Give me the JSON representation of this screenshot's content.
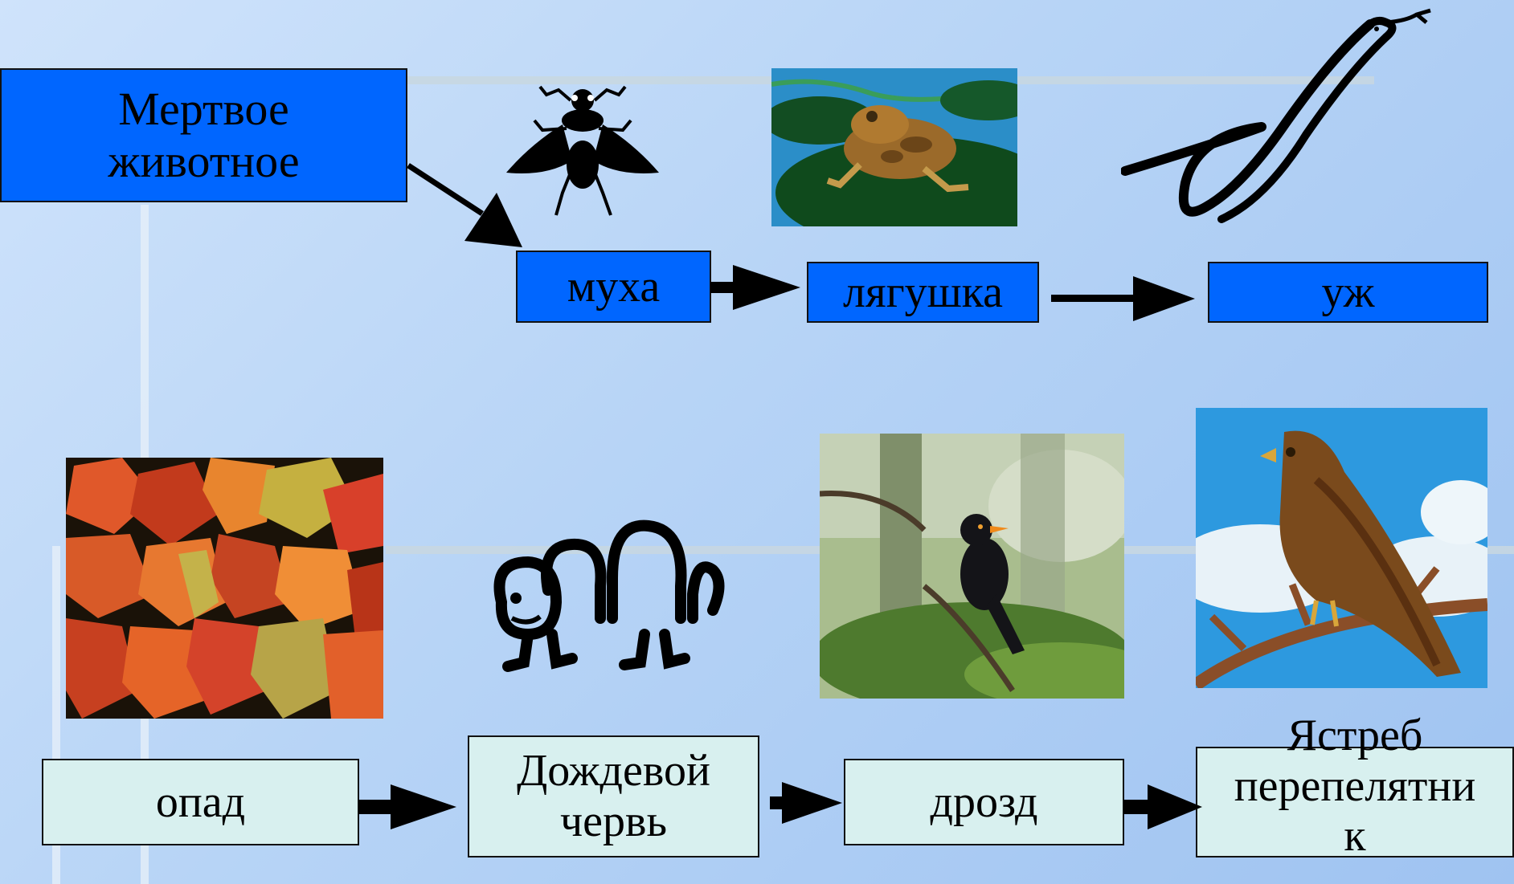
{
  "top_chain": {
    "source": {
      "line1": "Мертвое",
      "line2": "животное"
    },
    "n1": "муха",
    "n2": "лягушка",
    "n3": "уж"
  },
  "bottom_chain": {
    "n1": "опад",
    "n2": {
      "line1": "Дождевой",
      "line2": "червь"
    },
    "n3": "дрозд",
    "n4": {
      "line1": "Ястреб",
      "line2": "перепелятни",
      "line3": "к"
    }
  },
  "icons": {
    "fly": "fly-icon",
    "frog": "frog-picture",
    "snake": "snake-icon",
    "leaves": "autumn-leaves-picture",
    "worm": "worm-icon",
    "thrush": "thrush-picture",
    "hawk": "hawk-picture"
  },
  "colors": {
    "top_box": "#0066ff",
    "bottom_box": "#d8f0ef"
  }
}
